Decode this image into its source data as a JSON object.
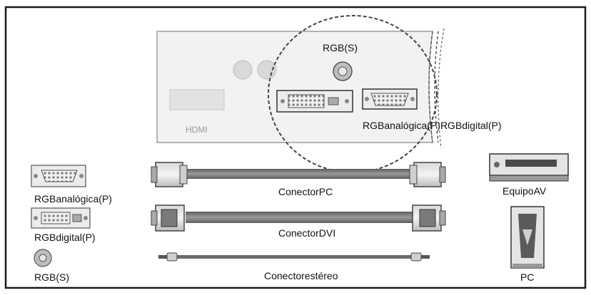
{
  "labels": {
    "panel_rgb_s": "RGB(S)",
    "panel_analog_digital": "RGBanalógica(P)RGBdigital(P)",
    "panel_hdmi": "HDMI",
    "cable_pc": "ConectorPC",
    "cable_dvi": "ConectorDVI",
    "cable_stereo": "Conectorestéreo",
    "legend_analog": "RGBanalógica(P)",
    "legend_digital": "RGBdigital(P)",
    "legend_rgb_s": "RGB(S)",
    "device_av": "EquipoAV",
    "device_pc": "PC"
  }
}
